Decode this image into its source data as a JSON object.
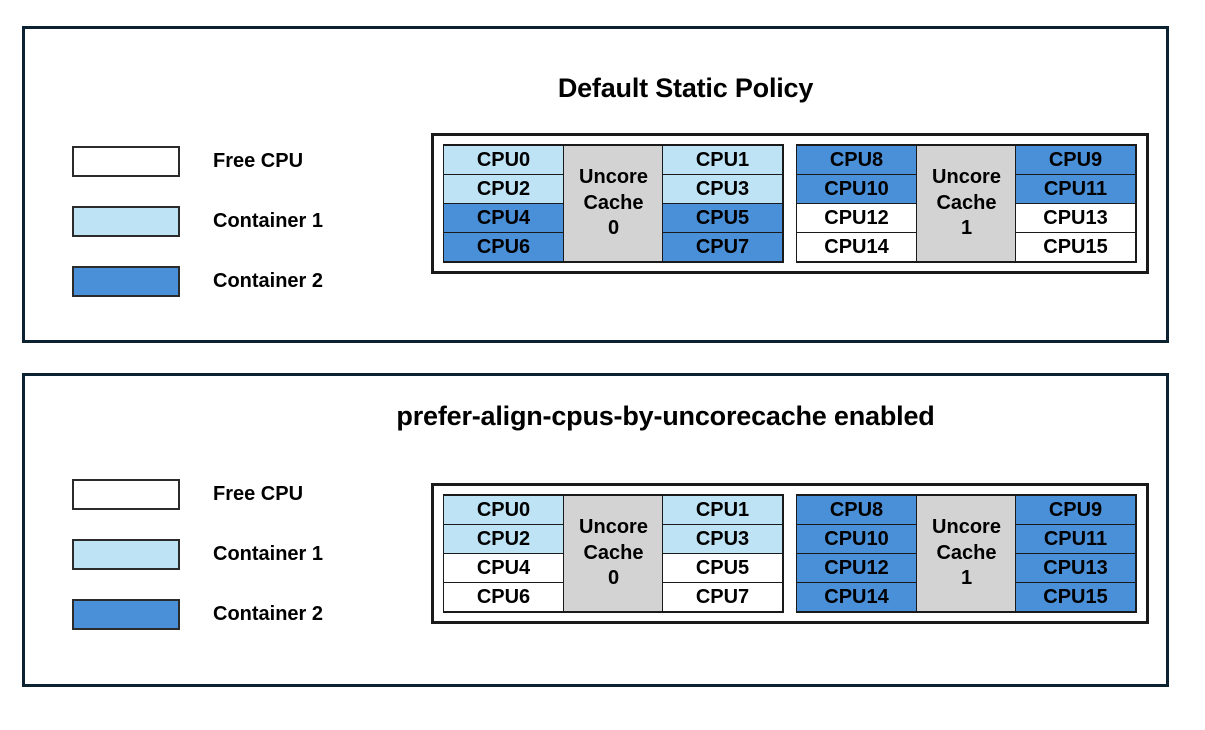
{
  "colors": {
    "free": "#ffffff",
    "container1": "#bde3f5",
    "container2": "#4a90d9",
    "cache": "#d3d3d3",
    "panel_border": "#0d2231",
    "cell_border": "#1a1a1a"
  },
  "panels": [
    {
      "title": "Default Static Policy",
      "legend": [
        {
          "label": "Free CPU",
          "fill": "#ffffff"
        },
        {
          "label": "Container 1",
          "fill": "#bde3f5"
        },
        {
          "label": "Container 2",
          "fill": "#4a90d9"
        }
      ],
      "sockets": [
        {
          "cache_label_line1": "Uncore",
          "cache_label_line2": "Cache",
          "cache_label_line3": "0",
          "left_column": [
            {
              "label": "CPU0",
              "fill": "#bde3f5"
            },
            {
              "label": "CPU2",
              "fill": "#bde3f5"
            },
            {
              "label": "CPU4",
              "fill": "#4a90d9"
            },
            {
              "label": "CPU6",
              "fill": "#4a90d9"
            }
          ],
          "right_column": [
            {
              "label": "CPU1",
              "fill": "#bde3f5"
            },
            {
              "label": "CPU3",
              "fill": "#bde3f5"
            },
            {
              "label": "CPU5",
              "fill": "#4a90d9"
            },
            {
              "label": "CPU7",
              "fill": "#4a90d9"
            }
          ]
        },
        {
          "cache_label_line1": "Uncore",
          "cache_label_line2": "Cache",
          "cache_label_line3": "1",
          "left_column": [
            {
              "label": "CPU8",
              "fill": "#4a90d9"
            },
            {
              "label": "CPU10",
              "fill": "#4a90d9"
            },
            {
              "label": "CPU12",
              "fill": "#ffffff"
            },
            {
              "label": "CPU14",
              "fill": "#ffffff"
            }
          ],
          "right_column": [
            {
              "label": "CPU9",
              "fill": "#4a90d9"
            },
            {
              "label": "CPU11",
              "fill": "#4a90d9"
            },
            {
              "label": "CPU13",
              "fill": "#ffffff"
            },
            {
              "label": "CPU15",
              "fill": "#ffffff"
            }
          ]
        }
      ]
    },
    {
      "title": "prefer-align-cpus-by-uncorecache enabled",
      "legend": [
        {
          "label": "Free CPU",
          "fill": "#ffffff"
        },
        {
          "label": "Container 1",
          "fill": "#bde3f5"
        },
        {
          "label": "Container 2",
          "fill": "#4a90d9"
        }
      ],
      "sockets": [
        {
          "cache_label_line1": "Uncore",
          "cache_label_line2": "Cache",
          "cache_label_line3": "0",
          "left_column": [
            {
              "label": "CPU0",
              "fill": "#bde3f5"
            },
            {
              "label": "CPU2",
              "fill": "#bde3f5"
            },
            {
              "label": "CPU4",
              "fill": "#ffffff"
            },
            {
              "label": "CPU6",
              "fill": "#ffffff"
            }
          ],
          "right_column": [
            {
              "label": "CPU1",
              "fill": "#bde3f5"
            },
            {
              "label": "CPU3",
              "fill": "#bde3f5"
            },
            {
              "label": "CPU5",
              "fill": "#ffffff"
            },
            {
              "label": "CPU7",
              "fill": "#ffffff"
            }
          ]
        },
        {
          "cache_label_line1": "Uncore",
          "cache_label_line2": "Cache",
          "cache_label_line3": "1",
          "left_column": [
            {
              "label": "CPU8",
              "fill": "#4a90d9"
            },
            {
              "label": "CPU10",
              "fill": "#4a90d9"
            },
            {
              "label": "CPU12",
              "fill": "#4a90d9"
            },
            {
              "label": "CPU14",
              "fill": "#4a90d9"
            }
          ],
          "right_column": [
            {
              "label": "CPU9",
              "fill": "#4a90d9"
            },
            {
              "label": "CPU11",
              "fill": "#4a90d9"
            },
            {
              "label": "CPU13",
              "fill": "#4a90d9"
            },
            {
              "label": "CPU15",
              "fill": "#4a90d9"
            }
          ]
        }
      ]
    }
  ]
}
